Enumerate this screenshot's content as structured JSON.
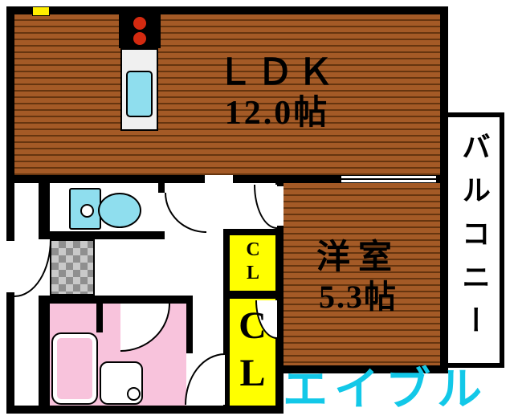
{
  "floorplan": {
    "rooms": {
      "ldk": {
        "name": "ＬＤＫ",
        "size": "12.0帖"
      },
      "western": {
        "name": "洋室",
        "size": "5.3帖"
      },
      "balcony": {
        "name": "バルコニー"
      },
      "closet_upper": {
        "name": "CL"
      },
      "closet_lower": {
        "name": "CL"
      }
    },
    "branding": {
      "watermark": "エイブル"
    },
    "fixtures": [
      "stove-burners-icon",
      "kitchen-sink-icon",
      "toilet-icon",
      "bathtub-icon",
      "washing-machine-icon",
      "door-swing-icon",
      "genkan-tile-icon"
    ],
    "colors": {
      "wall": "#000000",
      "wood_base": "#a45a26",
      "wood_stripe": "#66350f",
      "closet_yellow": "#ffff00",
      "bath_pink": "#f8c3dc",
      "fixture_cyan": "#8fdeee",
      "burner_red": "#d42a10",
      "genkan_dark": "#8f8f8f",
      "genkan_light": "#c9c9c9",
      "watermark_cyan": "#12c8e8",
      "marker_yellow": "#ffee00"
    }
  }
}
